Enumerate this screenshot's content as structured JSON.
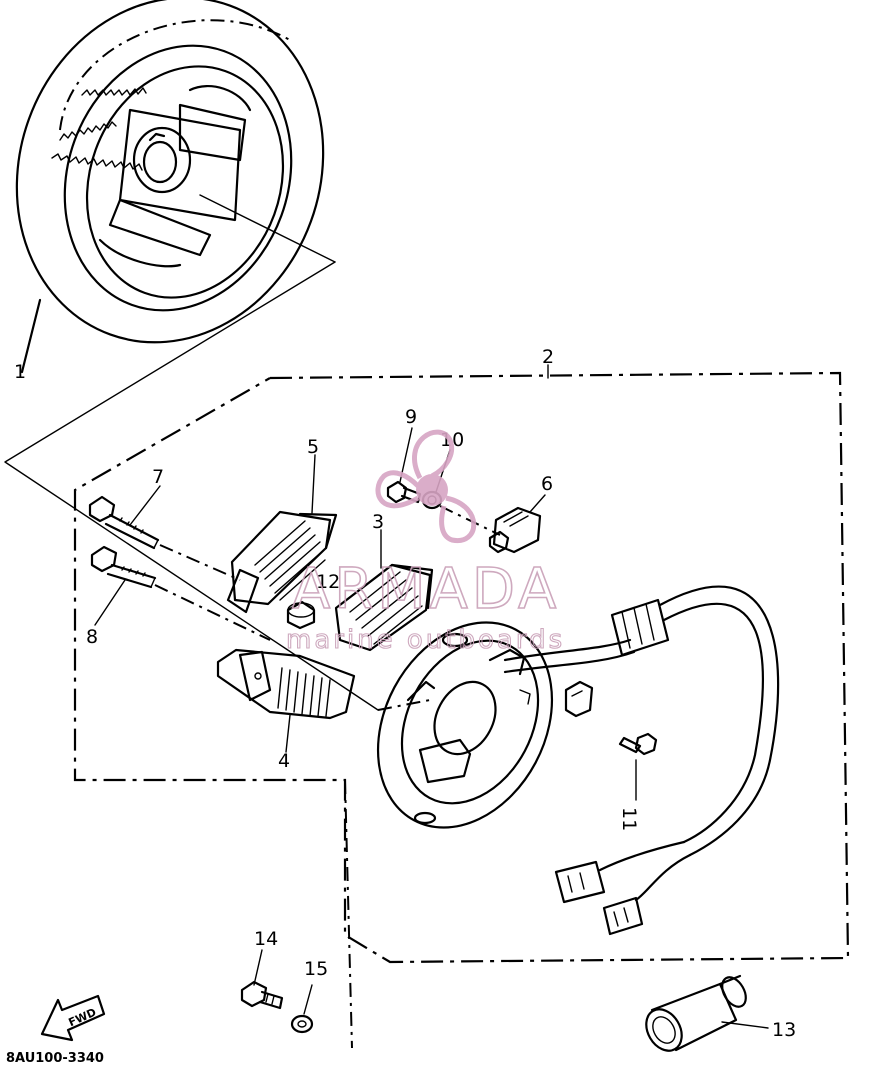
{
  "diagram": {
    "callouts": [
      {
        "id": "1",
        "label": "1"
      },
      {
        "id": "2",
        "label": "2"
      },
      {
        "id": "3",
        "label": "3"
      },
      {
        "id": "4",
        "label": "4"
      },
      {
        "id": "5",
        "label": "5"
      },
      {
        "id": "6",
        "label": "6"
      },
      {
        "id": "7",
        "label": "7"
      },
      {
        "id": "8",
        "label": "8"
      },
      {
        "id": "9",
        "label": "9"
      },
      {
        "id": "10",
        "label": "10"
      },
      {
        "id": "11",
        "label": "11"
      },
      {
        "id": "12",
        "label": "12"
      },
      {
        "id": "13",
        "label": "13"
      },
      {
        "id": "14",
        "label": "14"
      },
      {
        "id": "15",
        "label": "15"
      }
    ],
    "drawing_code": "8AU100-3340",
    "fwd_label": "FWD"
  },
  "watermark": {
    "title": "ARMADA",
    "subtitle": "marine outboards",
    "color": "#c9a0b8"
  }
}
